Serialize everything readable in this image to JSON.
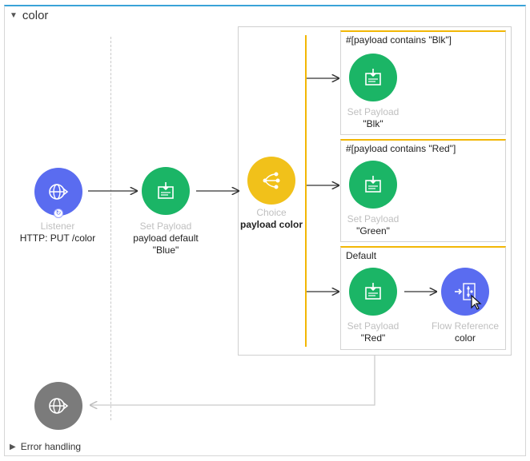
{
  "flow": {
    "name": "color",
    "expand_icon": "triangle-down-icon"
  },
  "listener": {
    "type": "Listener",
    "value": "HTTP: PUT /color",
    "icon": "globe-arrow-icon"
  },
  "set_payload_default": {
    "type": "Set Payload",
    "value_line1": "payload default",
    "value_line2": "\"Blue\"",
    "icon": "set-payload-icon"
  },
  "choice": {
    "type": "Choice",
    "value": "payload color",
    "icon": "choice-branch-icon"
  },
  "routes": [
    {
      "title": "#[payload contains \"Blk\"]",
      "type": "Set Payload",
      "value": "\"Blk\""
    },
    {
      "title": "#[payload contains \"Red\"]",
      "type": "Set Payload",
      "value": "\"Green\""
    },
    {
      "title": "Default",
      "type": "Set Payload",
      "value": "\"Red\""
    }
  ],
  "flow_reference": {
    "type": "Flow Reference",
    "value": "color",
    "icon": "flow-reference-icon"
  },
  "response": {
    "icon": "globe-arrow-icon"
  },
  "error_handling": {
    "label": "Error handling",
    "expand_icon": "triangle-right-icon"
  },
  "colors": {
    "accent": "#3aa3d8",
    "route_bar": "#f2b705",
    "set_payload": "#1bb566",
    "listener": "#5a6cf0",
    "choice": "#f1c11a",
    "response": "#7b7b7b"
  }
}
